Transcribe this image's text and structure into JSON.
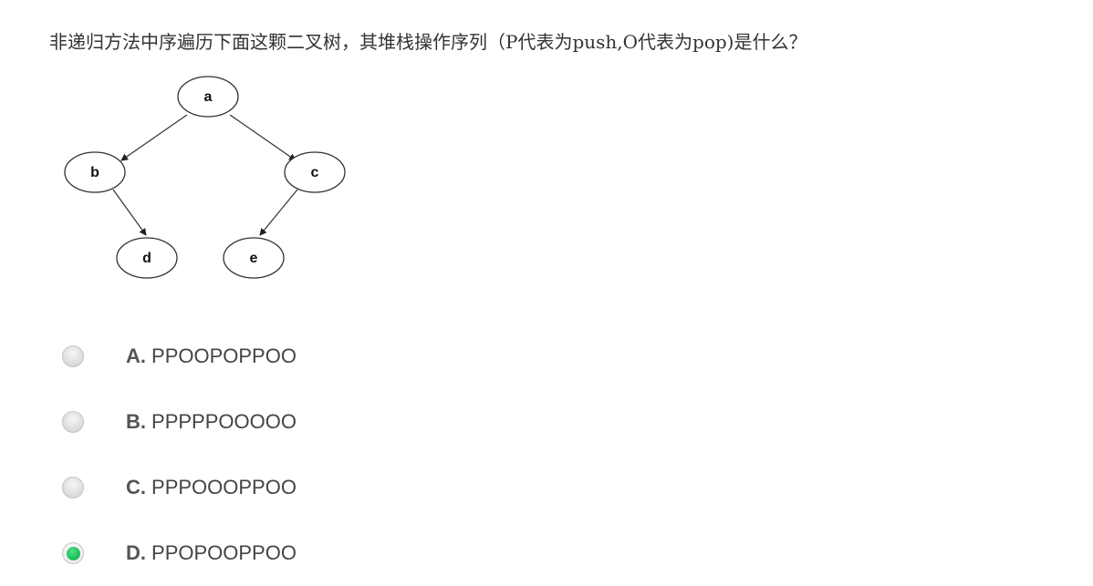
{
  "question": {
    "text": "非递归方法中序遍历下面这颗二叉树，其堆栈操作序列（P代表为push,O代表为pop)是什么？"
  },
  "tree": {
    "nodes": {
      "a": "a",
      "b": "b",
      "c": "c",
      "d": "d",
      "e": "e"
    }
  },
  "options": [
    {
      "letter": "A",
      "sep": ".",
      "value": "PPOOPOPPOO",
      "selected": false
    },
    {
      "letter": "B",
      "sep": ".",
      "value": "PPPPPOOOOO",
      "selected": false
    },
    {
      "letter": "C",
      "sep": ".",
      "value": "PPPOOOPPOO",
      "selected": false
    },
    {
      "letter": "D",
      "sep": ".",
      "value": "PPOPOOPPOO",
      "selected": true
    }
  ],
  "colors": {
    "selected_radio": "#1fc35f",
    "text": "#444444"
  }
}
